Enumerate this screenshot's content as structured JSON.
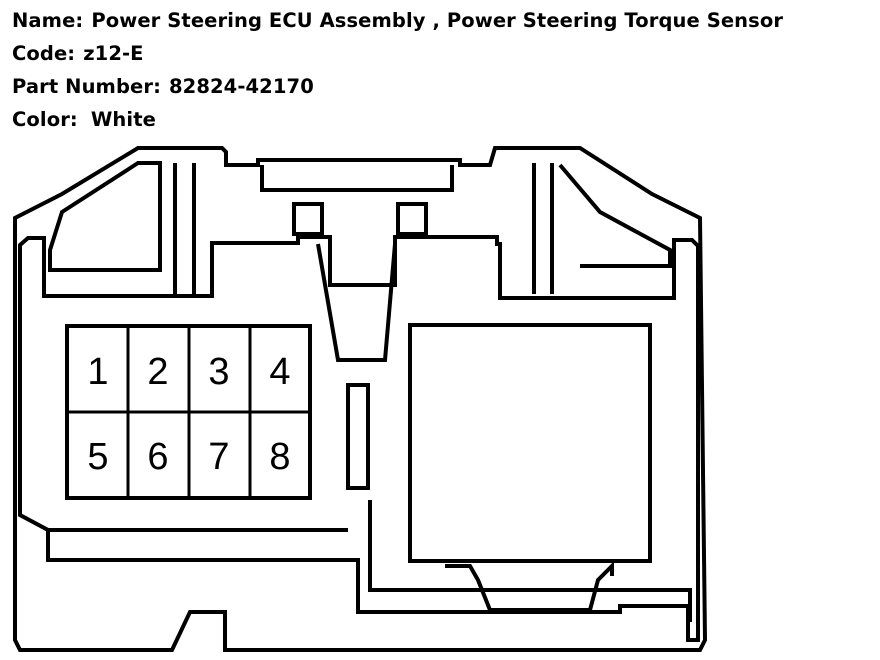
{
  "header": {
    "name_label": "Name:",
    "name_value": "Power Steering ECU Assembly , Power Steering Torque Sensor",
    "code_label": "Code:",
    "code_value": "z12-E",
    "part_label": "Part Number:",
    "part_value": "82824-42170",
    "color_label": "Color:",
    "color_value": "White"
  },
  "pins": {
    "p1": "1",
    "p2": "2",
    "p3": "3",
    "p4": "4",
    "p5": "5",
    "p6": "6",
    "p7": "7",
    "p8": "8"
  }
}
